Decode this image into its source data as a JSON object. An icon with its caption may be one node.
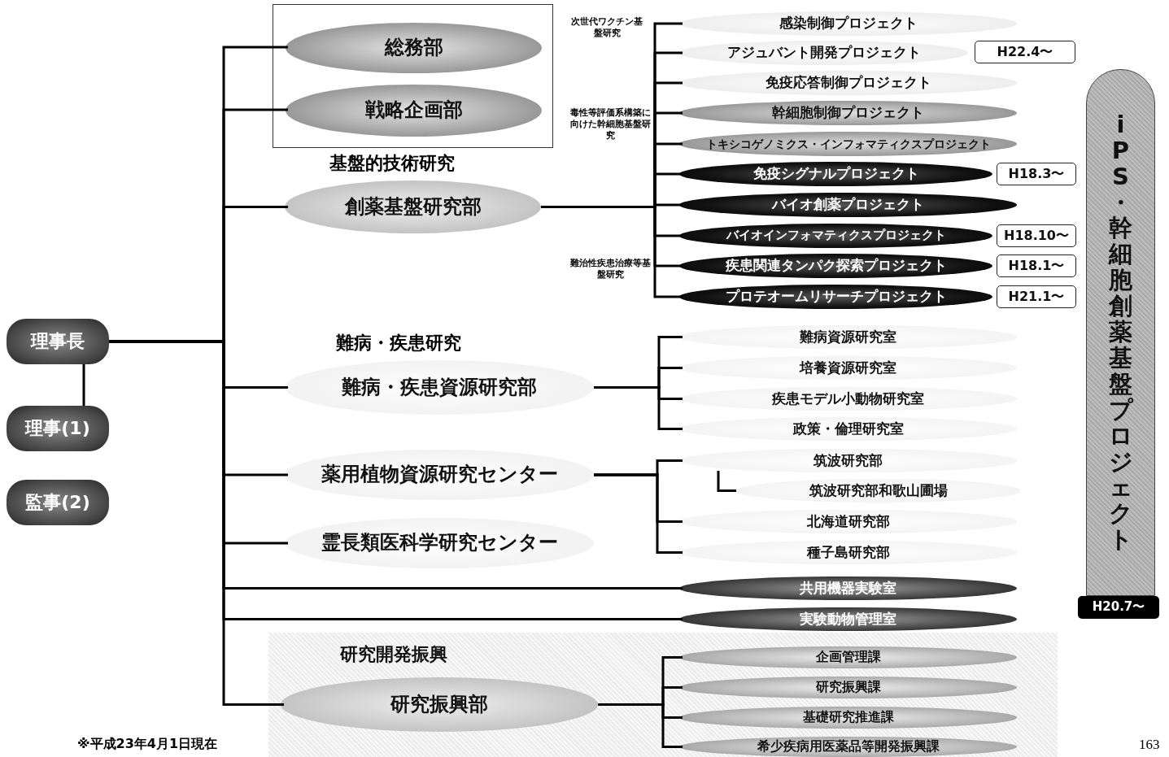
{
  "diagram": {
    "nodes": [
      {
        "text": [
          "理事長"
        ]
      },
      {
        "text": [
          "理事(1)"
        ]
      },
      {
        "text": [
          "監事(2)"
        ]
      },
      {
        "text": [],
        "shape": "box"
      },
      {
        "text": [
          "総務部"
        ],
        "in": 3
      },
      {
        "text": [
          "戦略企画部"
        ],
        "in": 3
      },
      {
        "text": [
          "創薬基盤研究部"
        ],
        "beside": [
          "基盤的技術研究"
        ]
      },
      {
        "text": [
          "難病・疾患資源研究部"
        ],
        "beside": [
          "難病・疾患研究"
        ]
      },
      {
        "text": [
          "薬用植物資源研究センター"
        ]
      },
      {
        "text": [
          "霊長類医科学研究センター"
        ]
      },
      {
        "text": [
          "研究開発振興"
        ]
      },
      {
        "text": [
          "研究振興部"
        ],
        "in": 10
      },
      {
        "text": [
          "感染制御プロジェクト"
        ]
      },
      {
        "text": [
          "アジュバント開発プロジェクト"
        ]
      },
      {
        "text": [
          "免疫応答制御プロジェクト"
        ]
      },
      {
        "text": [
          "幹細胞制御プロジェクト"
        ]
      },
      {
        "text": [
          "トキシコゲノミクス・インフォマティクスプロジェクト"
        ]
      },
      {
        "text": [
          "免疫シグナルプロジェクト"
        ]
      },
      {
        "text": [
          "バイオ創薬プロジェクト"
        ]
      },
      {
        "text": [
          "バイオインフォマティクスプロジェクト"
        ]
      },
      {
        "text": [
          "疾患関連タンパク探索プロジェクト"
        ]
      },
      {
        "text": [
          "プロテオームリサーチプロジェクト"
        ]
      },
      {
        "text": [
          "難病資源研究室"
        ]
      },
      {
        "text": [
          "培養資源研究室"
        ]
      },
      {
        "text": [
          "疾患モデル小動物研究室"
        ]
      },
      {
        "text": [
          "政策・倫理研究室"
        ]
      },
      {
        "text": [
          "筑波研究部"
        ]
      },
      {
        "text": [
          "筑波研究部和歌山圃場"
        ]
      },
      {
        "text": [
          "北海道研究部"
        ]
      },
      {
        "text": [
          "種子島研究部"
        ]
      },
      {
        "text": [
          "共用機器実験室"
        ]
      },
      {
        "text": [
          "実験動物管理室"
        ]
      },
      {
        "text": [
          "企画管理課"
        ],
        "in": 10
      },
      {
        "text": [
          "研究振興課"
        ],
        "in": 10
      },
      {
        "text": [
          "基礎研究推進課"
        ],
        "in": 10
      },
      {
        "text": [
          "希少疾病用医薬品等開発振興課"
        ],
        "in": 10
      },
      {
        "text": [
          "iPS・幹細胞創薬基盤プロジェクト"
        ]
      },
      {
        "text": [
          "H20.7〜"
        ]
      },
      {
        "text": [
          "H22.4〜"
        ]
      },
      {
        "text": [
          "H18.3〜"
        ]
      },
      {
        "text": [
          "H18.10〜"
        ]
      },
      {
        "text": [
          "H18.1〜"
        ]
      },
      {
        "text": [
          "H21.1〜"
        ]
      }
    ],
    "edges": [
      {
        "from": 0,
        "to": 1,
        "arrow": "none"
      },
      {
        "from": 0,
        "to": 4,
        "arrow": "none"
      },
      {
        "from": 0,
        "to": 5,
        "arrow": "none"
      },
      {
        "from": 0,
        "to": 6,
        "arrow": "none"
      },
      {
        "from": 0,
        "to": 7,
        "arrow": "none"
      },
      {
        "from": 0,
        "to": 8,
        "arrow": "none"
      },
      {
        "from": 0,
        "to": 9,
        "arrow": "none"
      },
      {
        "from": 0,
        "to": 30,
        "arrow": "none"
      },
      {
        "from": 0,
        "to": 31,
        "arrow": "none"
      },
      {
        "from": 0,
        "to": 11,
        "arrow": "none"
      },
      {
        "from": 6,
        "to": 12,
        "arrow": "none"
      },
      {
        "from": 6,
        "to": 13,
        "arrow": "none"
      },
      {
        "from": 6,
        "to": 14,
        "arrow": "none"
      },
      {
        "from": 6,
        "to": 15,
        "arrow": "none"
      },
      {
        "from": 6,
        "to": 16,
        "arrow": "none"
      },
      {
        "from": 6,
        "to": 17,
        "arrow": "none"
      },
      {
        "from": 6,
        "to": 18,
        "arrow": "none"
      },
      {
        "from": 6,
        "to": 19,
        "arrow": "none"
      },
      {
        "from": 6,
        "to": 20,
        "arrow": "none"
      },
      {
        "from": 6,
        "to": 21,
        "arrow": "none"
      },
      {
        "from": 7,
        "to": 22,
        "arrow": "none"
      },
      {
        "from": 7,
        "to": 23,
        "arrow": "none"
      },
      {
        "from": 7,
        "to": 24,
        "arrow": "none"
      },
      {
        "from": 7,
        "to": 25,
        "arrow": "none"
      },
      {
        "from": 8,
        "to": 26,
        "arrow": "none"
      },
      {
        "from": 26,
        "to": 27,
        "arrow": "none"
      },
      {
        "from": 8,
        "to": 28,
        "arrow": "none"
      },
      {
        "from": 8,
        "to": 29,
        "arrow": "none"
      },
      {
        "from": 11,
        "to": 32,
        "arrow": "none"
      },
      {
        "from": 11,
        "to": 33,
        "arrow": "none"
      },
      {
        "from": 11,
        "to": 34,
        "arrow": "none"
      },
      {
        "from": 11,
        "to": 35,
        "arrow": "none"
      }
    ],
    "labels": [
      "次世代ワクチン基盤研究",
      "毒性等評価系構築に向けた幹細胞基盤研究",
      "難治性疾患治療等基盤研究",
      "※平成23年4月1日現在",
      "163"
    ]
  }
}
